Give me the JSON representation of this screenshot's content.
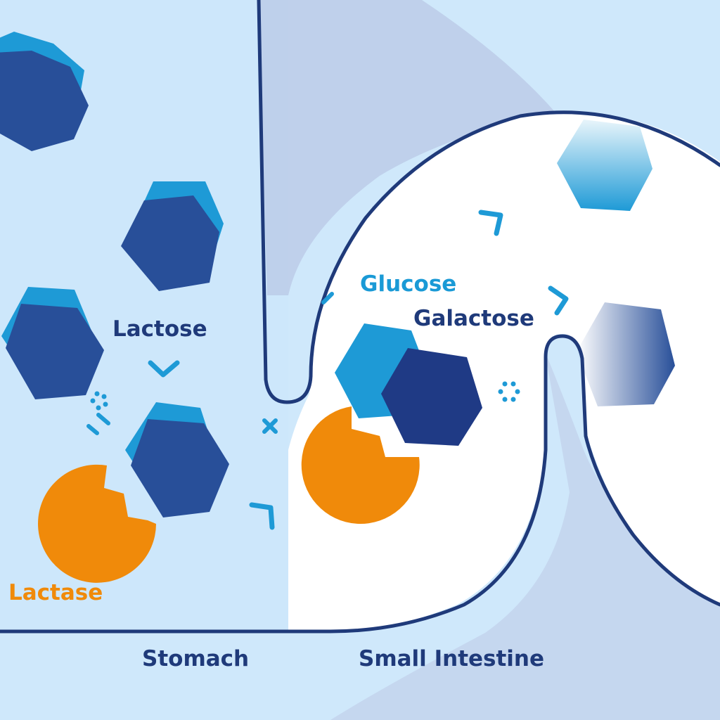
{
  "labels": {
    "lactose": "Lactose",
    "lactase": "Lactase",
    "glucose": "Glucose",
    "galactose": "Galactose",
    "stomach": "Stomach",
    "small_intestine": "Small Intestine"
  },
  "colors": {
    "background": "#cfe8fb",
    "stomach_fill": "#cde7fb",
    "intestine_fill": "#ffffff",
    "wall_stroke": "#1f3a7a",
    "navy": "#1f3a85",
    "mid_blue": "#284fa0",
    "bright_blue": "#1e9ad6",
    "lactase_orange": "#f08a0a",
    "label_navy": "#1f3a7a",
    "label_blue": "#1a9ad6",
    "label_orange": "#f08a0a"
  }
}
